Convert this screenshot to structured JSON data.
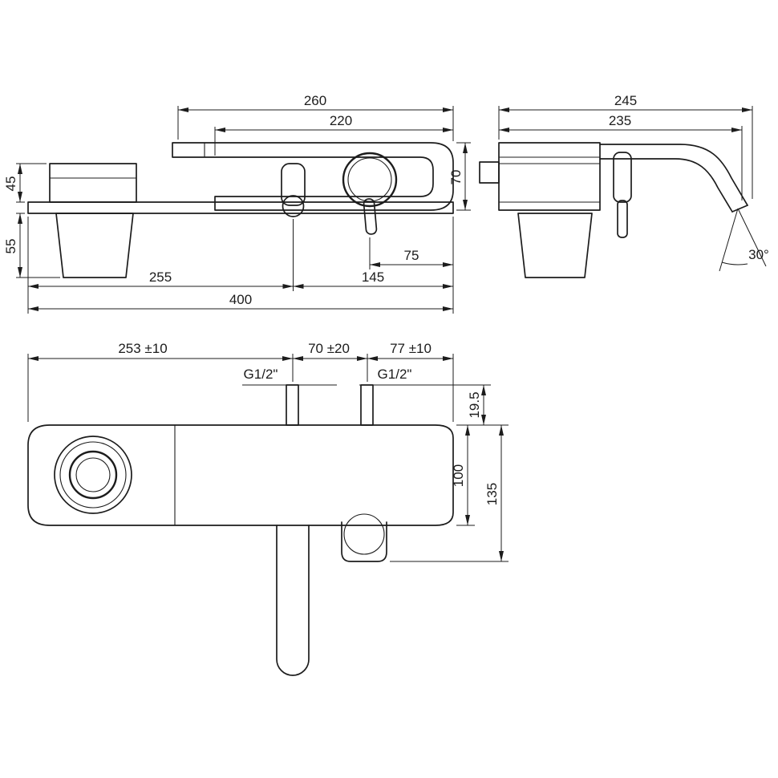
{
  "meta": {
    "type": "technical-drawing",
    "colors": {
      "line": "#1c1c1c",
      "background": "#ffffff"
    }
  },
  "front": {
    "d260": "260",
    "d220": "220",
    "d70": "70",
    "d45": "45",
    "d55": "55",
    "d75": "75",
    "d255": "255",
    "d145": "145",
    "d400": "400"
  },
  "side": {
    "d245": "245",
    "d235": "235",
    "angle": "30°"
  },
  "install": {
    "d253": "253 ±10",
    "d70": "70 ±20",
    "d77": "77 ±10",
    "thread_left": "G1/2\"",
    "thread_right": "G1/2\"",
    "d19_5": "19.5",
    "d100": "100",
    "d135": "135"
  }
}
